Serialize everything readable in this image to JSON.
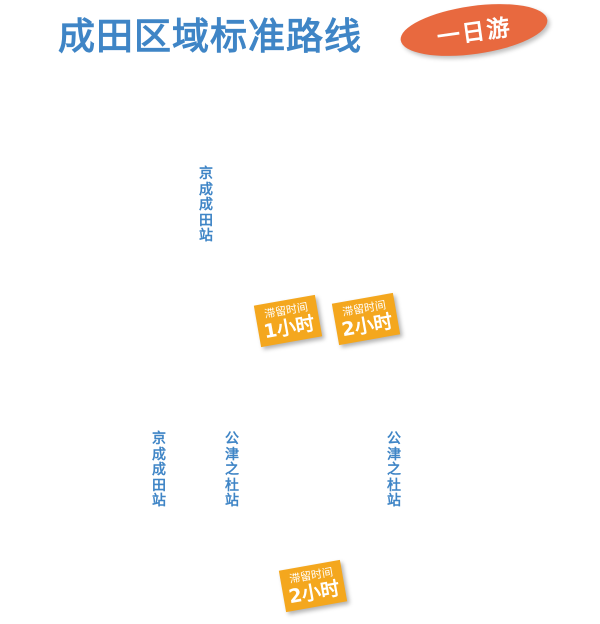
{
  "header": {
    "title": "成田区域标准路线",
    "badge": "一日游"
  },
  "stations": [
    {
      "name": "京成成田站"
    },
    {
      "name": "京成成田站"
    },
    {
      "name": "公津之杜站"
    },
    {
      "name": "公津之杜站"
    }
  ],
  "stays": [
    {
      "label": "滞留时间",
      "duration": "1小时"
    },
    {
      "label": "滞留时间",
      "duration": "2小时"
    },
    {
      "label": "滞留时间",
      "duration": "2小时"
    }
  ],
  "colors": {
    "title_blue": "#3f85c6",
    "badge_orange": "#e8693f",
    "stay_yellow": "#f4a71e"
  }
}
